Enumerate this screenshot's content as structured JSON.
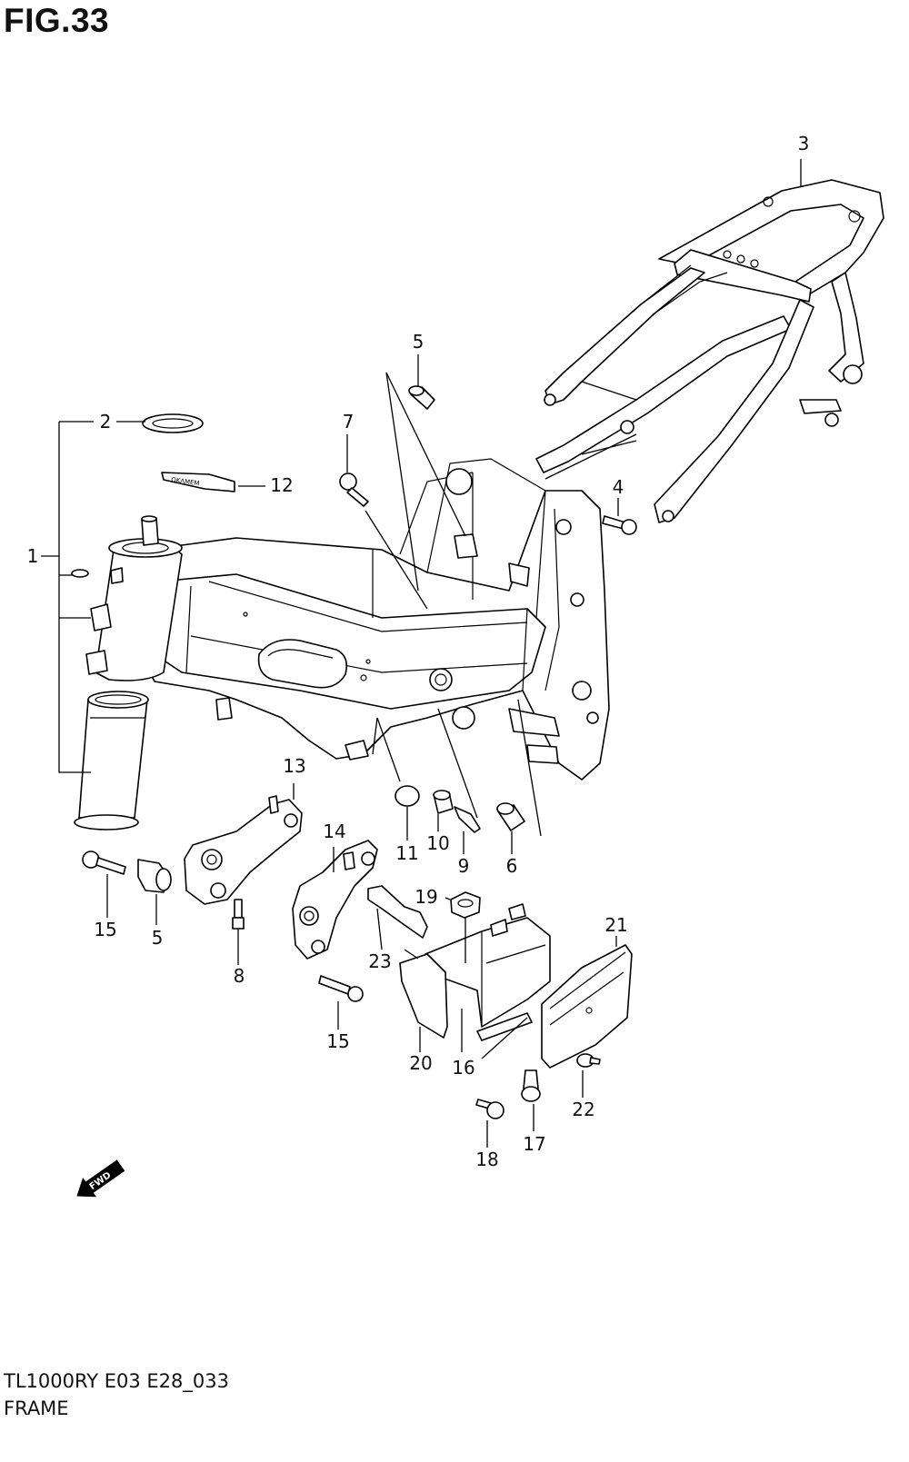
{
  "figure": {
    "title": "FIG.33",
    "footer_code": "TL1000RY E03 E28_033",
    "footer_name": "FRAME",
    "fwd_label": "FWD",
    "stamp_text": "ΟΚΛΜΕΜ",
    "callouts": [
      "1",
      "2",
      "3",
      "4",
      "5",
      "5",
      "6",
      "7",
      "8",
      "9",
      "10",
      "11",
      "12",
      "13",
      "14",
      "15",
      "15",
      "16",
      "17",
      "18",
      "19",
      "20",
      "21",
      "22",
      "23"
    ]
  }
}
